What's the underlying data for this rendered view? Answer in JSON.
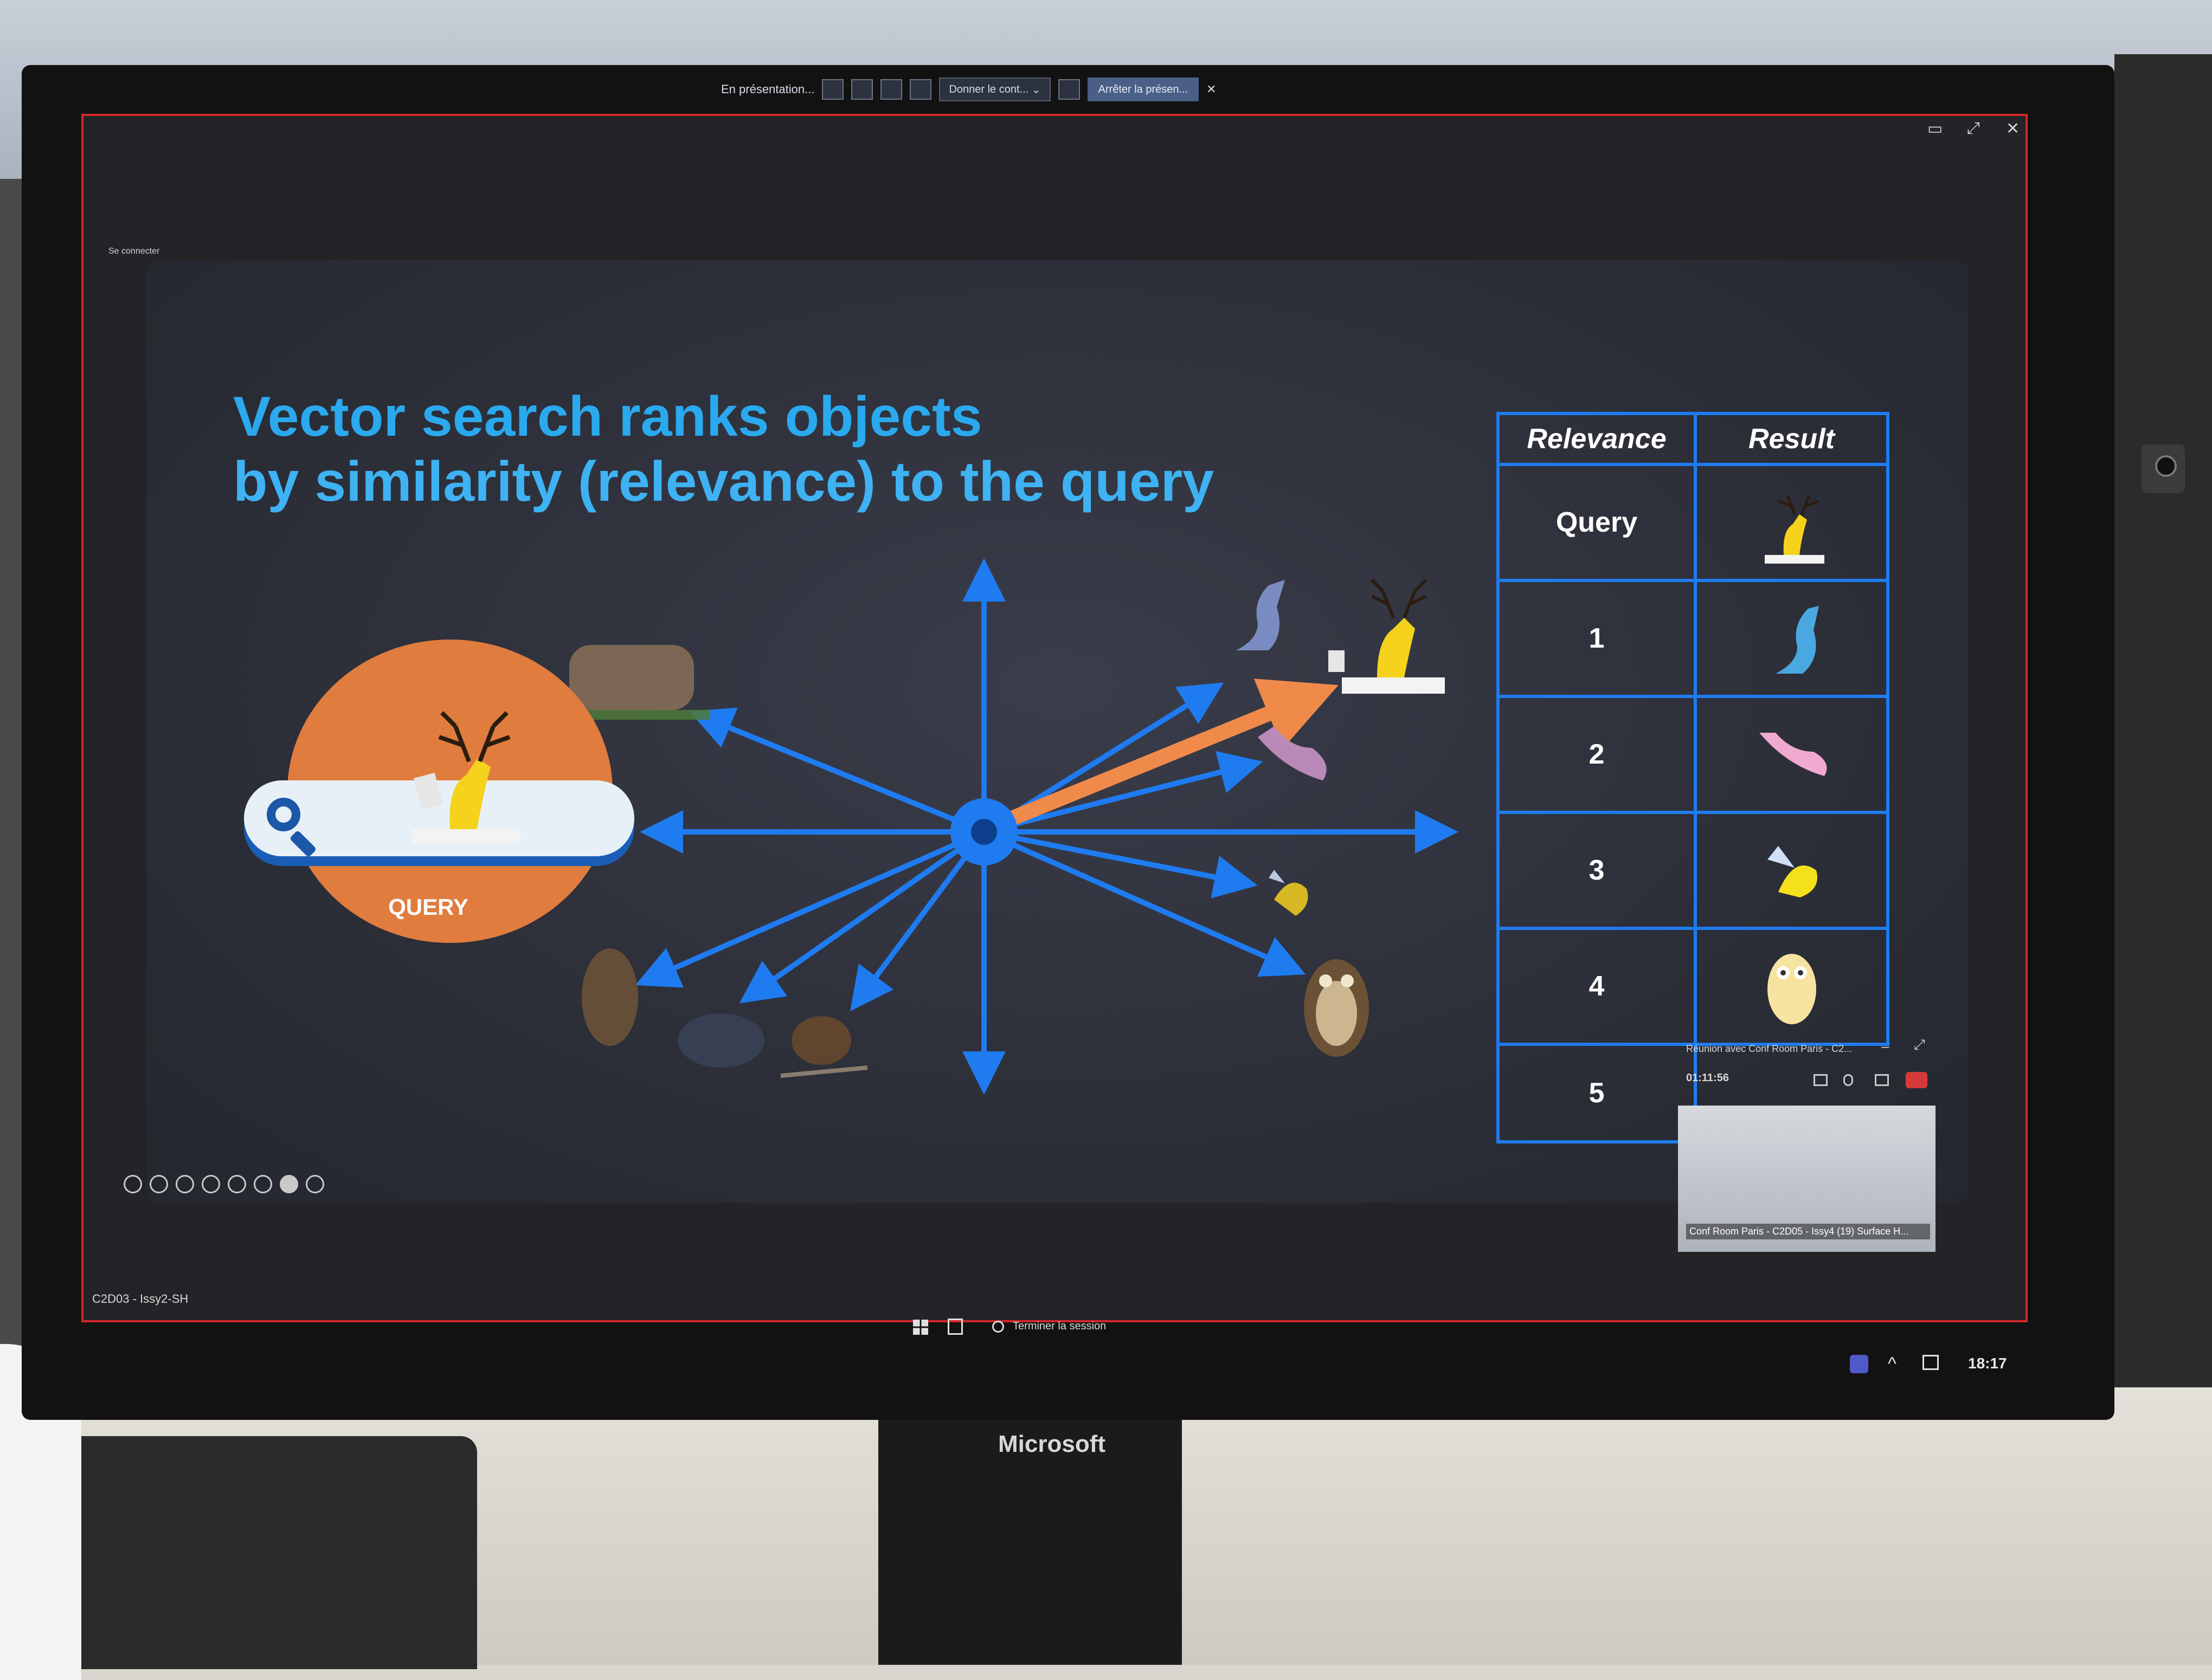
{
  "presenter_bar": {
    "mode_label": "En présentation...",
    "give_control_label": "Donner le cont...",
    "stop_presenting_label": "Arrêter la présen..."
  },
  "window": {
    "connect_label": "Se connecter"
  },
  "slide": {
    "title_line_1": "Vector search ranks objects",
    "title_line_2": "by similarity (relevance) to the query",
    "query_caption": "QUERY",
    "table": {
      "header_relevance": "Relevance",
      "header_result": "Result",
      "rows": [
        {
          "rank": "Query",
          "result_icon": "deer-icon"
        },
        {
          "rank": "1",
          "result_icon": "blue-creature-icon"
        },
        {
          "rank": "2",
          "result_icon": "pink-creature-icon"
        },
        {
          "rank": "3",
          "result_icon": "yellow-bird-icon"
        },
        {
          "rank": "4",
          "result_icon": "owl-icon"
        },
        {
          "rank": "5",
          "result_icon": ""
        }
      ]
    },
    "colors": {
      "title": "#2aa9ef",
      "arrow_blue": "#1f7bf0",
      "arrow_highlight": "#f08a4b",
      "query_circle": "#e07c3e",
      "table_border": "#1f7bf0"
    }
  },
  "meeting": {
    "title": "Réunion avec Conf Room Paris - C2...",
    "elapsed": "01:11:56",
    "video_caption": "Conf Room Paris - C2D05 - Issy4 (19) Surface H..."
  },
  "taskbar": {
    "session_name": "C2D03 - Issy2-SH",
    "end_session_label": "Terminer la session",
    "clock": "18:17"
  },
  "monitor": {
    "brand": "Microsoft"
  }
}
